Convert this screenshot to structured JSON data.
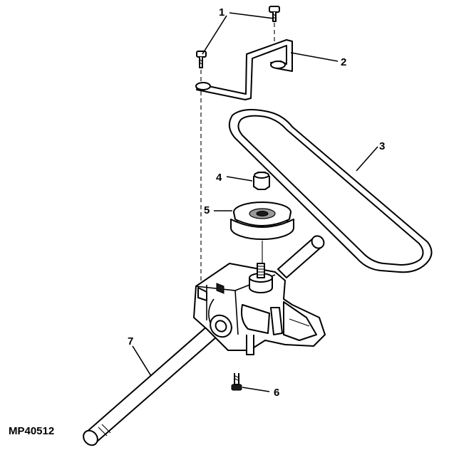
{
  "figure_code": "MP40512",
  "callouts": [
    "1",
    "2",
    "3",
    "4",
    "5",
    "6",
    "7"
  ]
}
